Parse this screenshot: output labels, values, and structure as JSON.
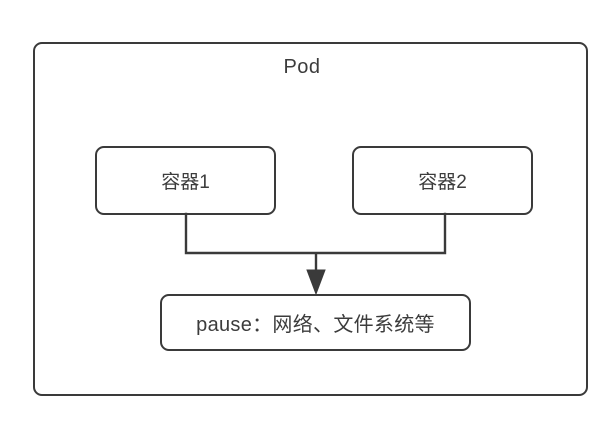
{
  "diagram": {
    "title": "Pod",
    "background_color": "#ffffff",
    "stroke_color": "#3a3a3a",
    "text_color": "#3c3c3c",
    "nodes": [
      {
        "id": "pod",
        "label": "Pod",
        "role": "outer-boundary"
      },
      {
        "id": "container1",
        "label": "容器1",
        "role": "container"
      },
      {
        "id": "container2",
        "label": "容器2",
        "role": "container"
      },
      {
        "id": "pause",
        "label": "pause：网络、文件系统等",
        "role": "infra-container"
      }
    ],
    "edges": [
      {
        "from": "container1",
        "to": "pause",
        "style": "orthogonal",
        "arrowhead": "filled-triangle"
      },
      {
        "from": "container2",
        "to": "pause",
        "style": "orthogonal",
        "arrowhead": "filled-triangle"
      }
    ]
  }
}
